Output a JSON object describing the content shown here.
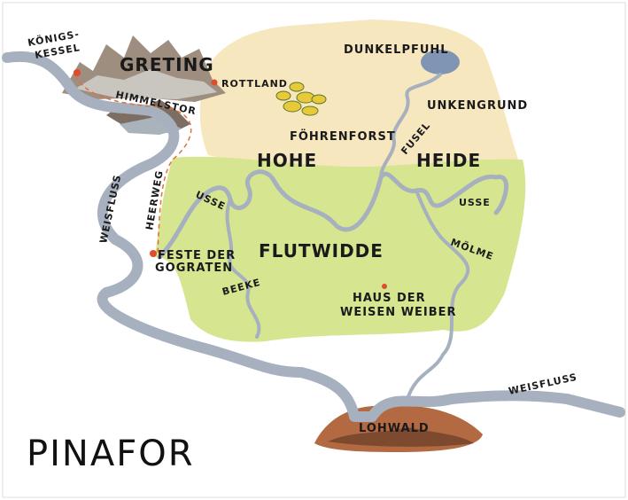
{
  "map": {
    "title": "PINAFOR",
    "colors": {
      "heath": "#f7e7bf",
      "meadow": "#d6e58f",
      "river": "#a6b0be",
      "mountain": "#8a7a6e",
      "forest": "#b36a42",
      "marker": "#e04b2a"
    },
    "labels": {
      "koenigskessel_1": "KÖNIGS-",
      "koenigskessel_2": "KESSEL",
      "greting": "GRETING",
      "rottland": "ROTTLAND",
      "himmelstor": "HIMMELSTOR",
      "dunkelpfuhl": "DUNKELPFUHL",
      "unkengrund": "UNKENGRUND",
      "foehrenforst": "FÖHRENFORST",
      "fusel": "FUSEL",
      "hohe": "HOHE",
      "heide": "HEIDE",
      "weissfluss_west": "WEISFLUSS",
      "heerweg": "HEERWEG",
      "usse_west": "USSE",
      "usse_east": "USSE",
      "moelme": "MÖLME",
      "flutwidde": "FLUTWIDDE",
      "feste_1": "FESTE DER",
      "feste_2": "GOGRATEN",
      "beeke": "BEEKE",
      "haus_1": "HAUS DER",
      "haus_2": "WEISEN WEIBER",
      "lohwald": "LOHWALD",
      "weissfluss_east": "WEISFLUSS"
    }
  }
}
